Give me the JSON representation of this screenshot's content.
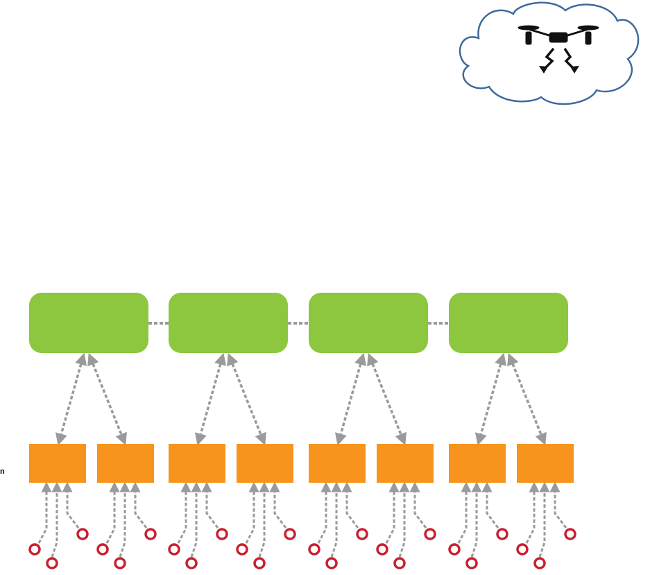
{
  "diagram": {
    "edge_label_fragment": "n",
    "colors": {
      "cloud_fill": "#ffffff",
      "cloud_stroke": "#3d6a9e",
      "drone": "#111111",
      "green_node": "#8dc63f",
      "orange_node": "#f7941d",
      "arrow": "#9a9a9a",
      "sensor": "#c8202f"
    },
    "icons": [
      "cloud-icon",
      "drone-icon",
      "lightning-icon"
    ],
    "structure": {
      "green_node_count": 4,
      "orange_nodes_per_green": 2,
      "sensors_per_orange": 3,
      "green_links": "dashed-horizontal",
      "green_orange_links": "dashed-bidirectional",
      "sensor_links": "dashed-upward"
    }
  }
}
